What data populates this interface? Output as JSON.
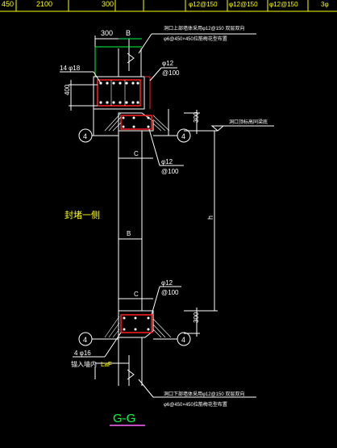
{
  "top_strip": {
    "labels": [
      "450",
      "2100",
      "300",
      "φ12@150",
      "φ12@150",
      "φ12@150",
      "3φ"
    ]
  },
  "dims": {
    "width_300": "300",
    "width_b_top": "B",
    "height_400": "400",
    "offset_300_top": "300",
    "offset_300_bottom": "300",
    "c_upper": "C",
    "b_mid": "B",
    "c_lower": "C",
    "h": "h"
  },
  "labels": {
    "rebar_top_left": "14 φ18",
    "phi12_top": "φ12",
    "at100_top": "@100",
    "phi12_mid": "φ12",
    "at100_mid": "@100",
    "phi12_low": "φ12",
    "at100_low": "@100",
    "rebar_bottom_left": "4 φ16",
    "anchor_note": "锚入墙内",
    "laf": "LaF",
    "top_note_1": "洞口上部墙体采用φ12@150 双层双向",
    "top_note_2": "φ6@450×450拉筋梅花型布置",
    "right_note": "洞口顶标高同梁底",
    "bottom_note_1": "洞口下部墙体采用φ12@150 双层双向",
    "bottom_note_2": "φ6@450×450拉筋梅花型布置",
    "seal_note": "封堵一侧",
    "axis_tag": "4",
    "section_title": "G-G"
  }
}
